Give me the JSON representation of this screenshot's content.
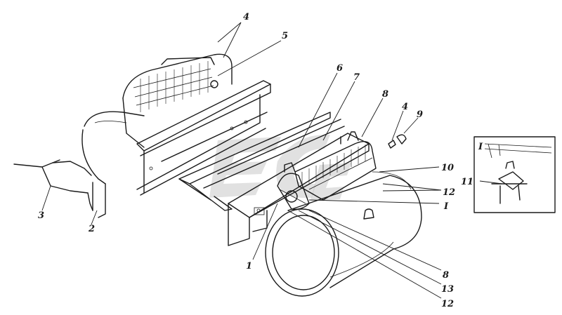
{
  "callouts": [
    {
      "id": "c4a",
      "text": "4"
    },
    {
      "id": "c5",
      "text": "5"
    },
    {
      "id": "c6",
      "text": "6"
    },
    {
      "id": "c7",
      "text": "7"
    },
    {
      "id": "c8a",
      "text": "8"
    },
    {
      "id": "c4b",
      "text": "4"
    },
    {
      "id": "c9",
      "text": "9"
    },
    {
      "id": "c10",
      "text": "10"
    },
    {
      "id": "c11",
      "text": "11"
    },
    {
      "id": "c12a",
      "text": "12"
    },
    {
      "id": "cIa",
      "text": "I"
    },
    {
      "id": "c3",
      "text": "3"
    },
    {
      "id": "c2",
      "text": "2"
    },
    {
      "id": "c1",
      "text": "1"
    },
    {
      "id": "c8b",
      "text": "8"
    },
    {
      "id": "c13",
      "text": "13"
    },
    {
      "id": "c12b",
      "text": "12"
    },
    {
      "id": "cIb",
      "text": "I"
    }
  ],
  "colors": {
    "ink": "#1a1a1a",
    "paper": "#ffffff",
    "watermark": "#c9c9c9"
  },
  "watermark_icon": "logo-watermark"
}
